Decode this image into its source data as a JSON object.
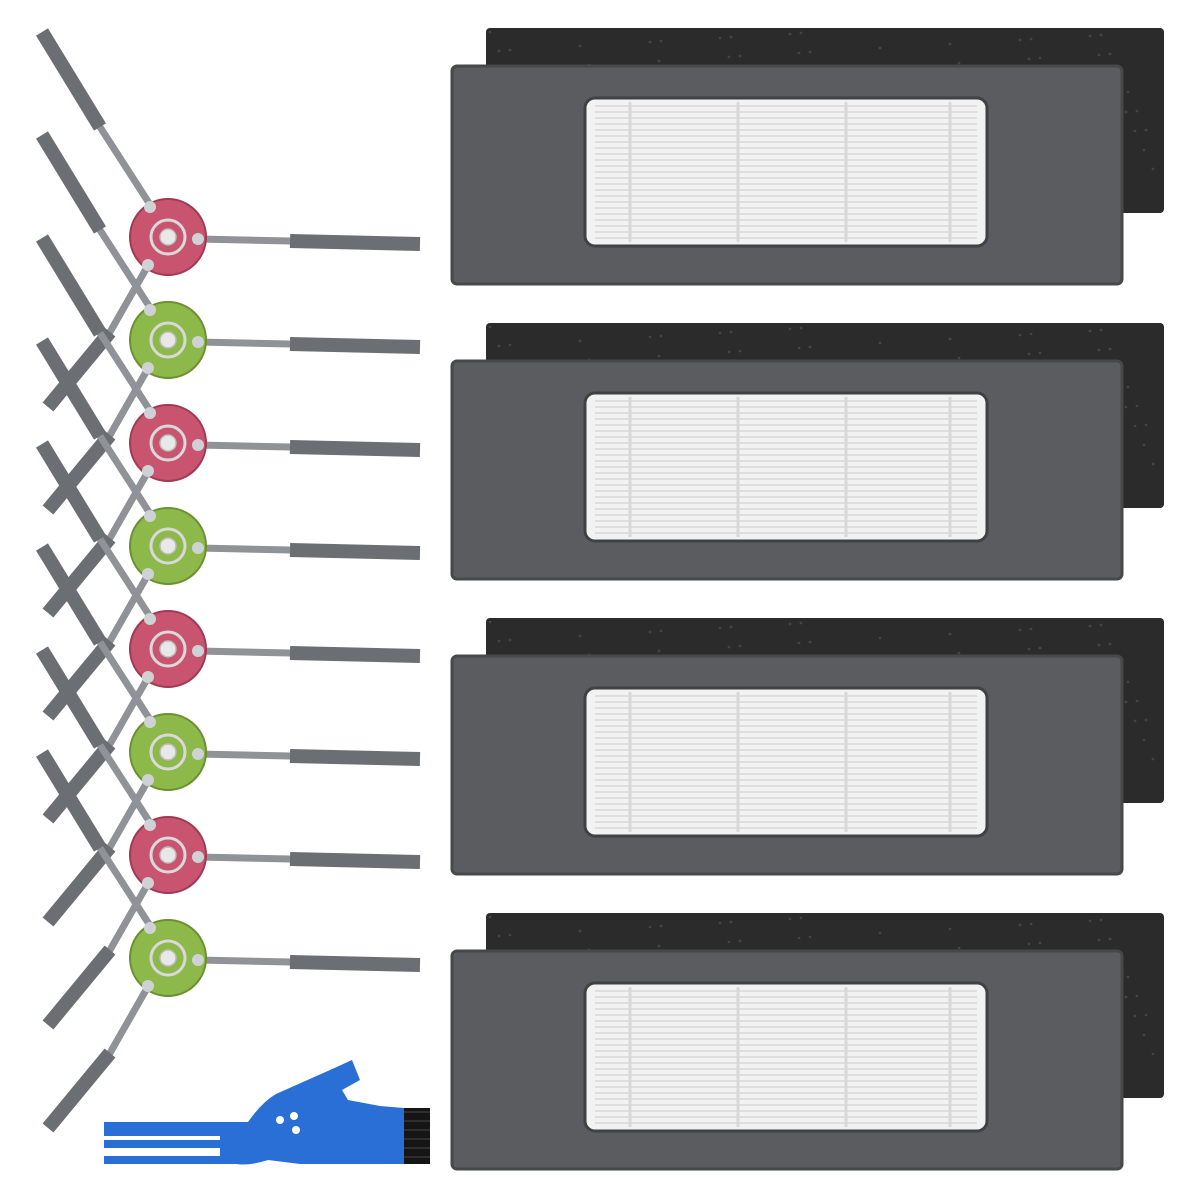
{
  "scene": {
    "kind": "product-photo",
    "background": "#ffffff"
  },
  "colors": {
    "hub_pink": "#c8546f",
    "hub_pink_dark": "#9e3a52",
    "hub_green": "#8db84a",
    "hub_green_dark": "#6a9030",
    "arm": "#8f9296",
    "bristle": "#6b6e72",
    "frame": "#5a5c5f",
    "frame_edge": "#46484a",
    "foam": "#2b2b2b",
    "pleat": "#f2f2f2",
    "pleat_line": "#c9c9c9",
    "tool_blue": "#2a6fd6",
    "tool_bristle": "#151515"
  },
  "side_brushes": [
    {
      "hub": "pink"
    },
    {
      "hub": "green"
    },
    {
      "hub": "pink"
    },
    {
      "hub": "green"
    },
    {
      "hub": "pink"
    },
    {
      "hub": "green"
    },
    {
      "hub": "pink"
    },
    {
      "hub": "green"
    }
  ],
  "hepa_filters": [
    {
      "has_foam": true
    },
    {
      "has_foam": true
    },
    {
      "has_foam": true
    },
    {
      "has_foam": true
    }
  ],
  "cleaning_tool": {
    "icon": "cleaning-tool-icon"
  }
}
